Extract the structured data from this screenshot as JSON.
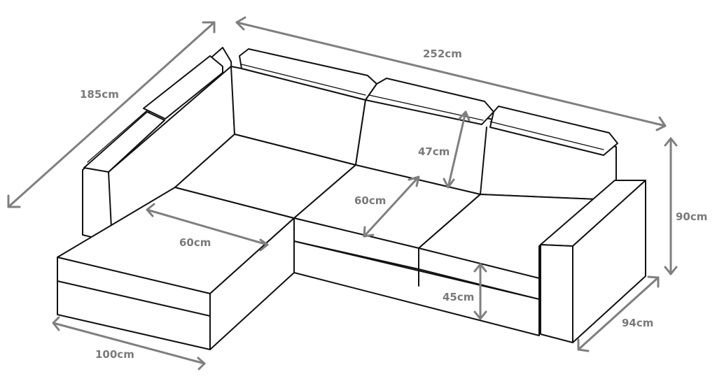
{
  "figure": {
    "subject": "corner-sofa",
    "colors": {
      "outline": "#111111",
      "dimension": "#7f7f7f",
      "background": "#ffffff"
    }
  },
  "dimensions": {
    "left_depth": "185cm",
    "total_width": "252cm",
    "backrest_height": "47cm",
    "total_height": "90cm",
    "seat_depth_middle": "60cm",
    "seat_depth_chaise": "60cm",
    "seat_height": "45cm",
    "right_depth": "94cm",
    "chaise_width": "100cm"
  }
}
